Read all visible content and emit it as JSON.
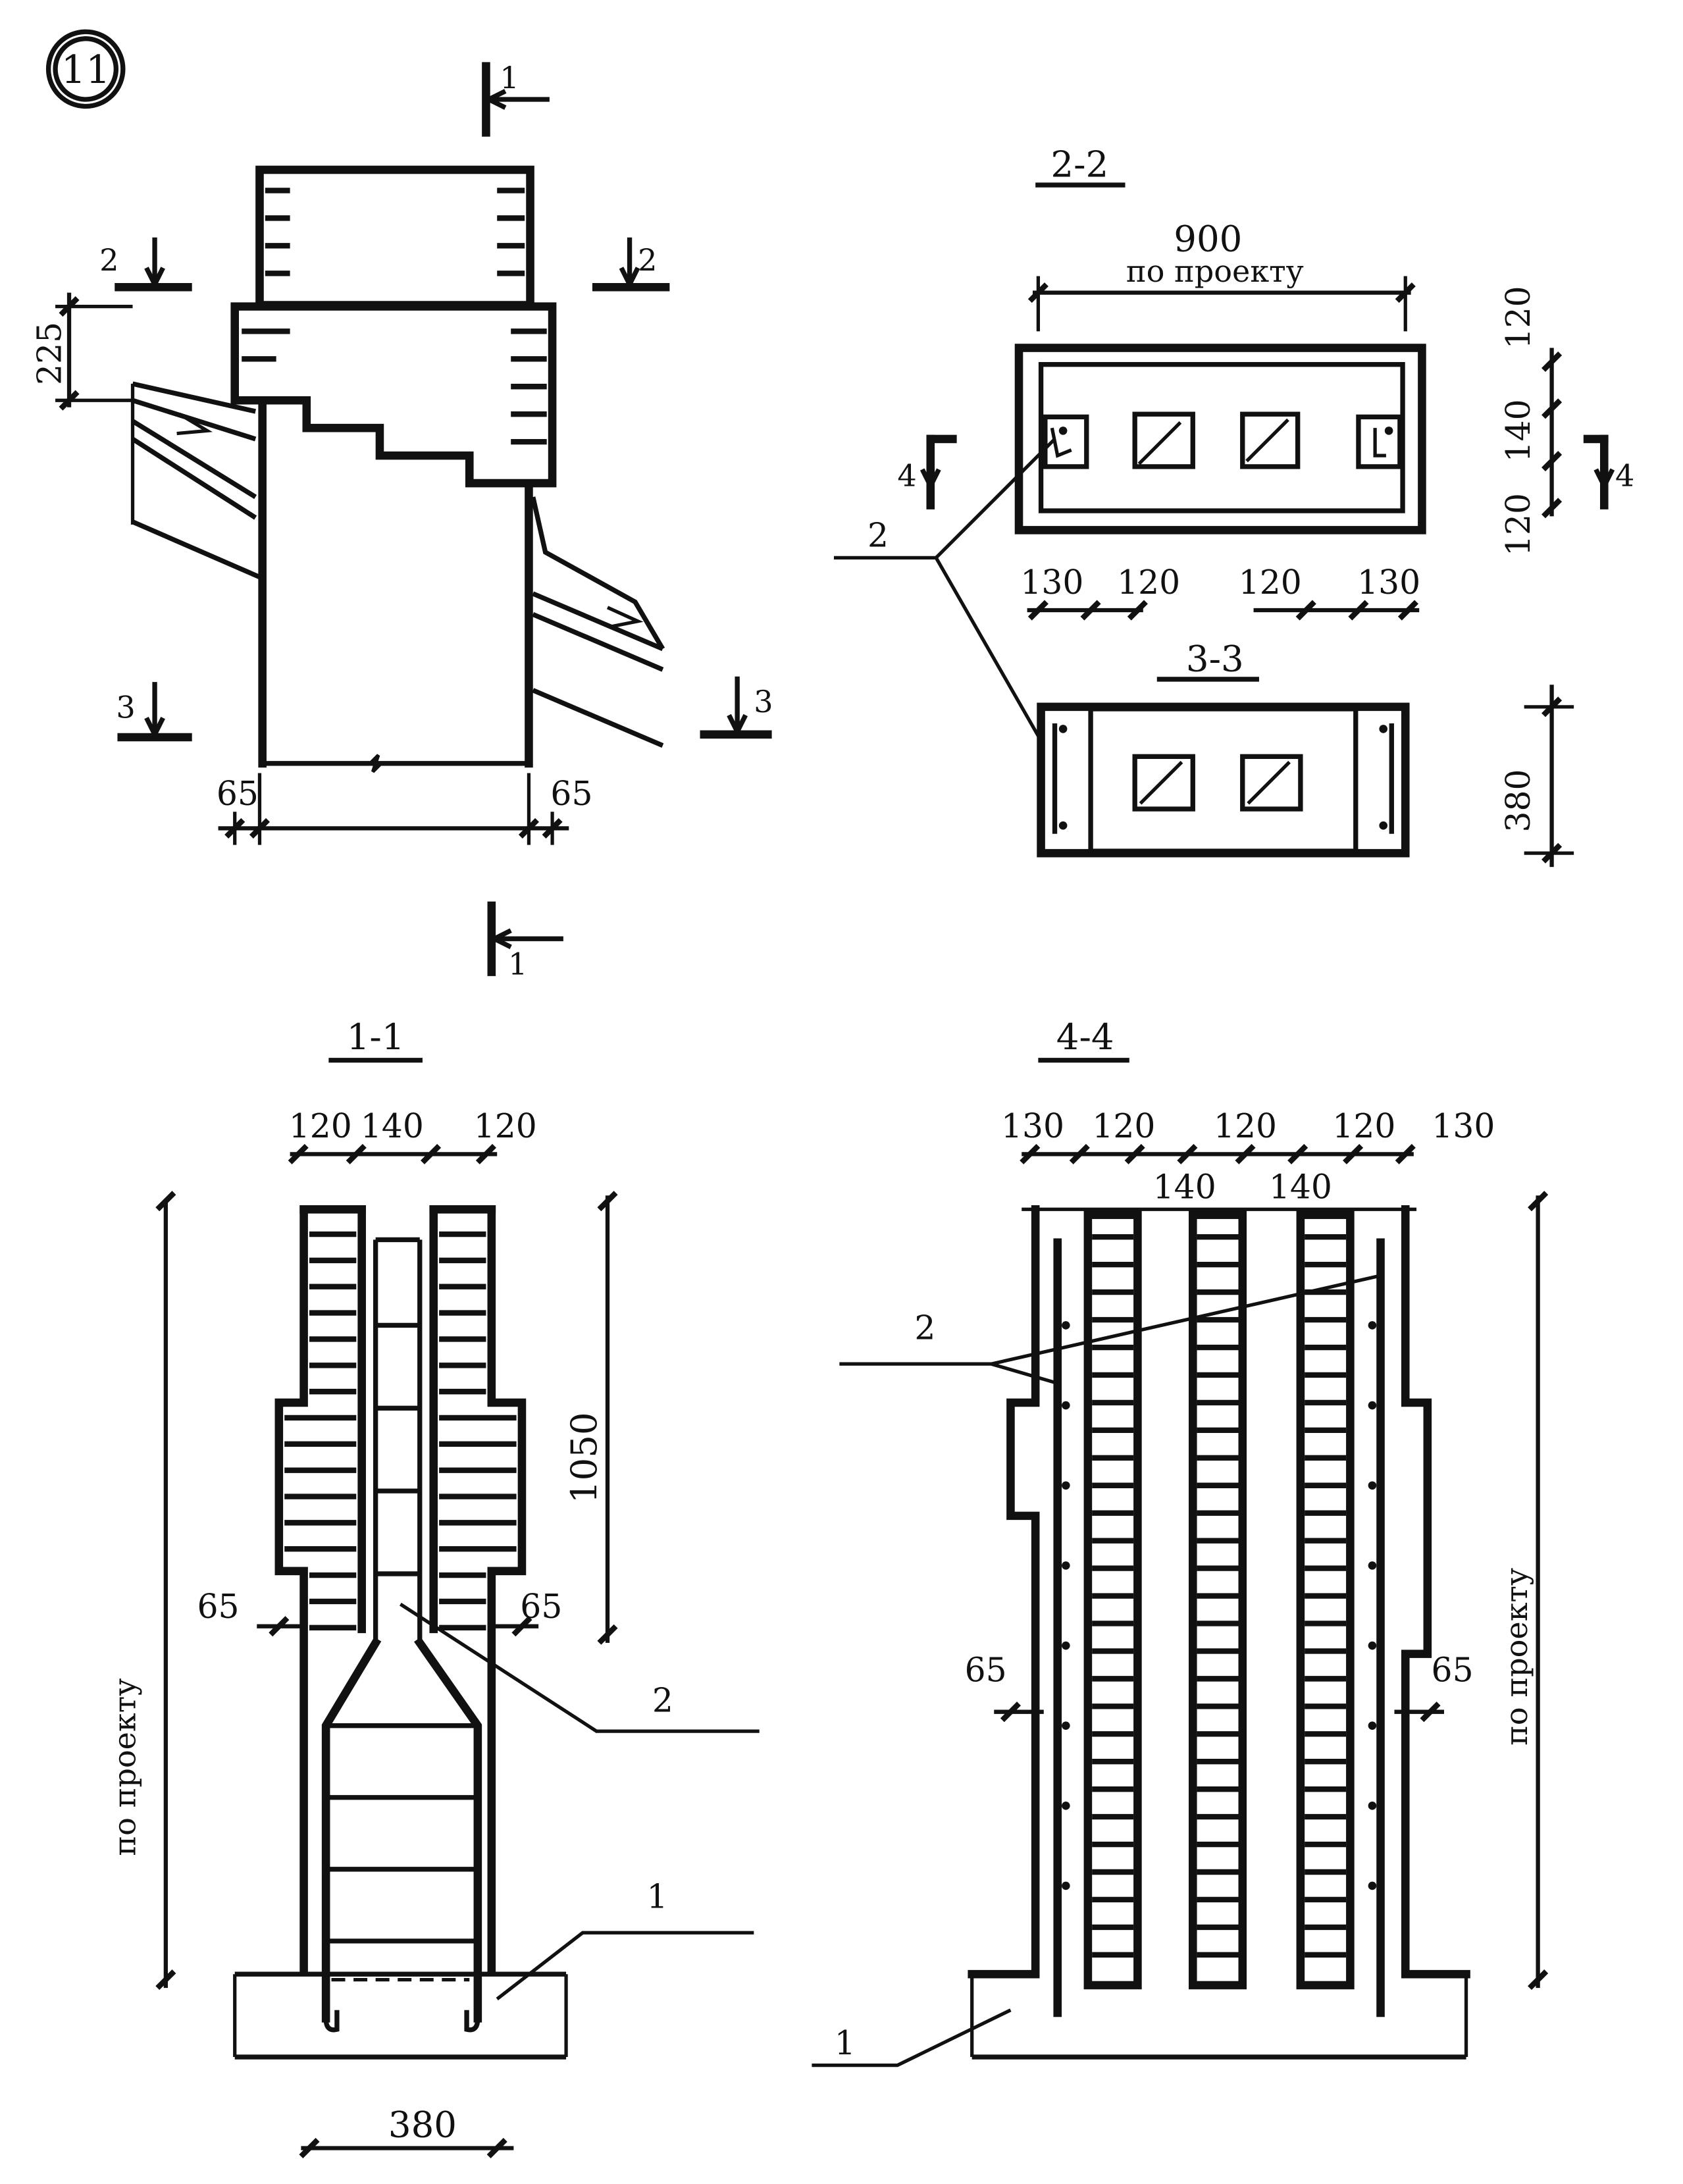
{
  "sheet": {
    "number": "11"
  },
  "elevation": {
    "cut_marks": {
      "c1": "1",
      "c2": "2",
      "c3": "3"
    },
    "dims": {
      "top_height": "225",
      "left_offset": "65",
      "right_offset": "65"
    }
  },
  "section_2_2": {
    "title": "2-2",
    "width_value": "900",
    "width_note": "по проекту",
    "right_dims": [
      "120",
      "140",
      "120"
    ],
    "cut_mark": "4",
    "bottom_dims": [
      "130",
      "120",
      "120",
      "130"
    ],
    "leader": "2"
  },
  "section_3_3": {
    "title": "3-3",
    "depth_dim": "380"
  },
  "section_1_1": {
    "title": "1-1",
    "top_dims": [
      "120",
      "140",
      "120"
    ],
    "height_dim": "1050",
    "total_note": "по проекту",
    "offset_left": "65",
    "offset_right": "65",
    "base_dim": "380",
    "leader_2": "2",
    "leader_1": "1"
  },
  "section_4_4": {
    "title": "4-4",
    "top_dims": [
      "130",
      "120",
      "120",
      "120",
      "130"
    ],
    "mid_dims": [
      "140",
      "140"
    ],
    "total_note": "по проекту",
    "offset_left": "65",
    "offset_right": "65",
    "leader_2": "2",
    "leader_1": "1"
  }
}
